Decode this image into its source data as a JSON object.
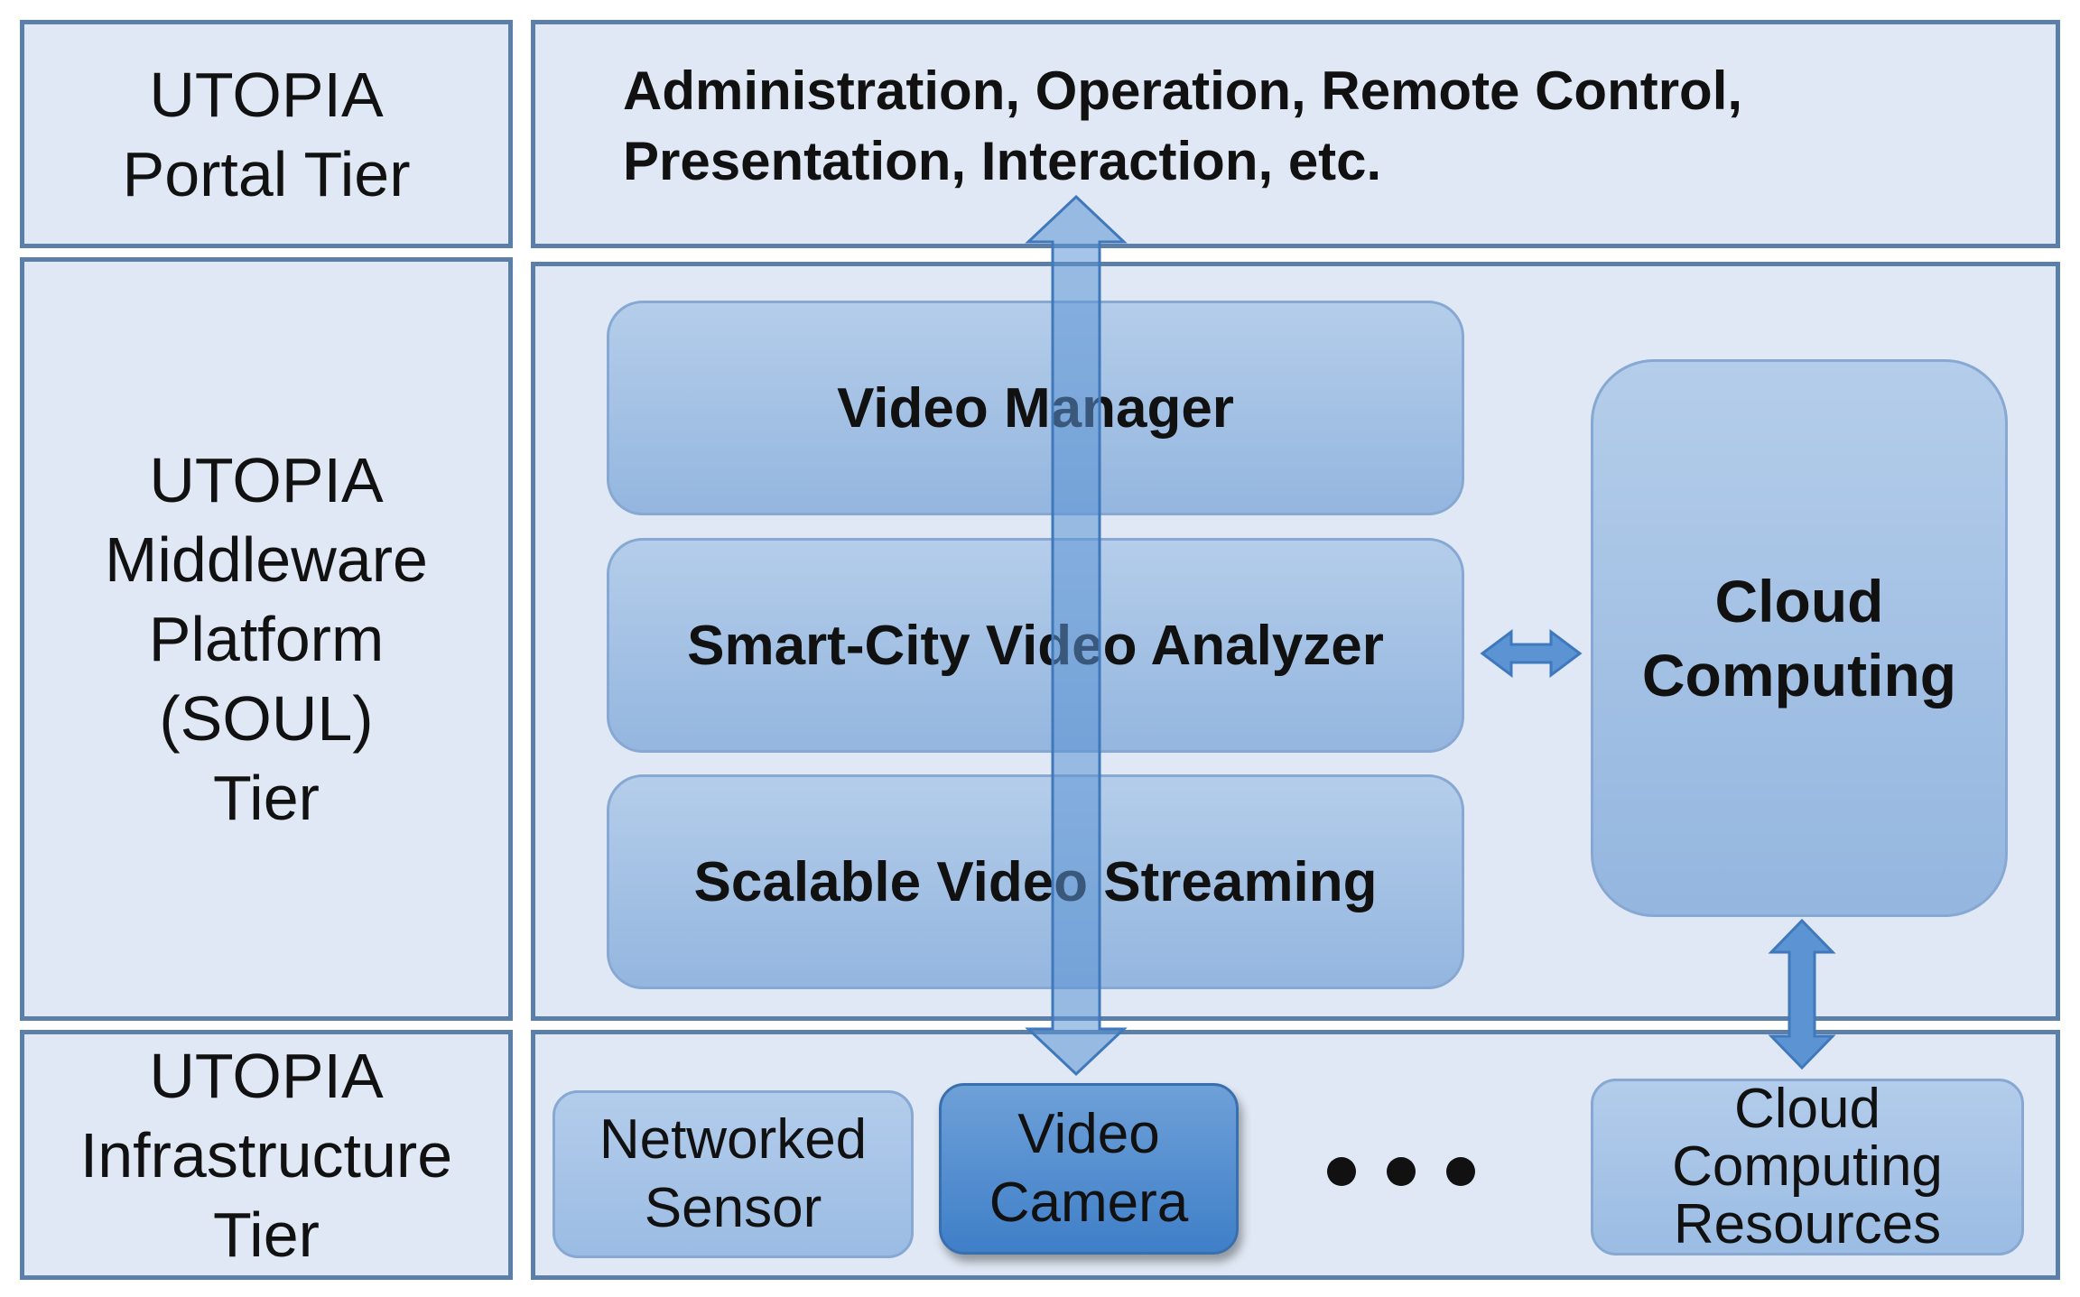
{
  "tiers": {
    "portal": {
      "label": "UTOPIA\nPortal Tier"
    },
    "middleware": {
      "label": "UTOPIA\nMiddleware\nPlatform\n(SOUL)\nTier"
    },
    "infrastructure": {
      "label": "UTOPIA\nInfrastructure\nTier"
    }
  },
  "portal": {
    "line1": "Administration, Operation, Remote Control,",
    "line2": "Presentation, Interaction, etc."
  },
  "middleware": {
    "modules": [
      "Video Manager",
      "Smart-City Video Analyzer",
      "Scalable Video Streaming"
    ],
    "cloud": "Cloud\nComputing"
  },
  "infrastructure": {
    "items": [
      "Networked\nSensor",
      "Video\nCamera",
      "Cloud\nComputing\nResources"
    ],
    "ellipsis": "• • •"
  },
  "colors": {
    "panel_fill": "#dfe8f4",
    "panel_border": "#5b7fa9",
    "module_fill": "#a5c2e5",
    "highlight_fill": "#4f8bcf",
    "arrow_fill": "#5b93d3"
  }
}
